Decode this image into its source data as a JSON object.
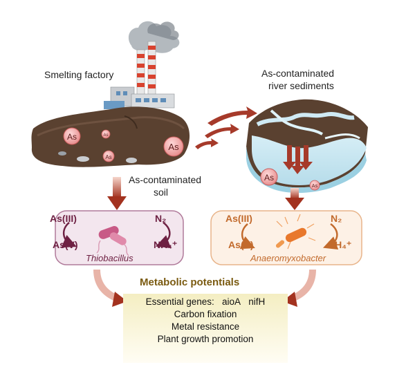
{
  "labels": {
    "factory": "Smelting factory",
    "sediments_line1": "As-contaminated",
    "sediments_line2": "river sediments",
    "soil_line1": "As-contaminated",
    "soil_line2": "soil"
  },
  "as_marker": "As",
  "left_box": {
    "as3": "As(III)",
    "as5": "As(V)",
    "n2": "N₂",
    "nh4": "NH₄⁺",
    "organism": "Thiobacillus"
  },
  "right_box": {
    "as3": "As(III)",
    "as5": "As(V)",
    "n2": "N₂",
    "nh4": "NH₄⁺",
    "organism": "Anaeromyxobacter"
  },
  "summary": {
    "title": "Metabolic potentials",
    "genes_label": "Essential genes:",
    "gene1": "aioA",
    "gene2": "nifH",
    "line2": "Carbon fixation",
    "line3": "Metal resistance",
    "line4": "Plant growth promotion"
  },
  "colors": {
    "soil": "#5a4130",
    "left_box_fill": "#f3e6ee",
    "left_box_stroke": "#b07a9a",
    "left_text": "#7a2a4a",
    "right_box_fill": "#fdf1e6",
    "right_box_stroke": "#e8b48a",
    "right_text": "#c0642a",
    "arrow": "#a63a2a",
    "summary_fill": "#fbf6d8",
    "summary_title": "#7a5a10"
  }
}
